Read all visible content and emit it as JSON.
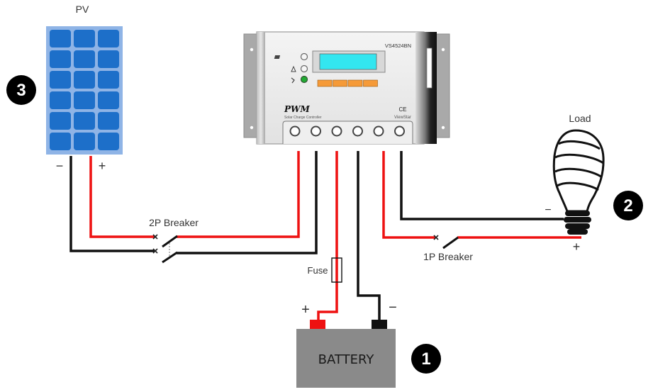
{
  "pv": {
    "title": "PV",
    "neg_sign": "−",
    "pos_sign": "+",
    "badge": "3",
    "cell_rows": 6,
    "cell_cols": 3
  },
  "controller": {
    "model": "VS4524BN",
    "type_logo": "PWM",
    "subtitle": "Solar Charge Controller",
    "ce_mark": "CE",
    "brand": "ViewStar",
    "terminal_count": 6
  },
  "breaker_2p": {
    "label": "2P Breaker"
  },
  "breaker_1p": {
    "label": "1P Breaker"
  },
  "fuse": {
    "label": "Fuse"
  },
  "battery": {
    "label": "BATTERY",
    "pos_sign": "+",
    "neg_sign": "−",
    "badge": "1"
  },
  "load": {
    "title": "Load",
    "neg_sign": "−",
    "pos_sign": "+",
    "badge": "2"
  },
  "colors": {
    "positive_wire": "#ee1111",
    "negative_wire": "#111111",
    "panel_frame": "#8fb4e6",
    "panel_cell": "#1d6fc9",
    "battery_body": "#8a8a8a",
    "lcd": "#33e6f0",
    "keys": "#f59a38",
    "led_green": "#22aa33"
  }
}
